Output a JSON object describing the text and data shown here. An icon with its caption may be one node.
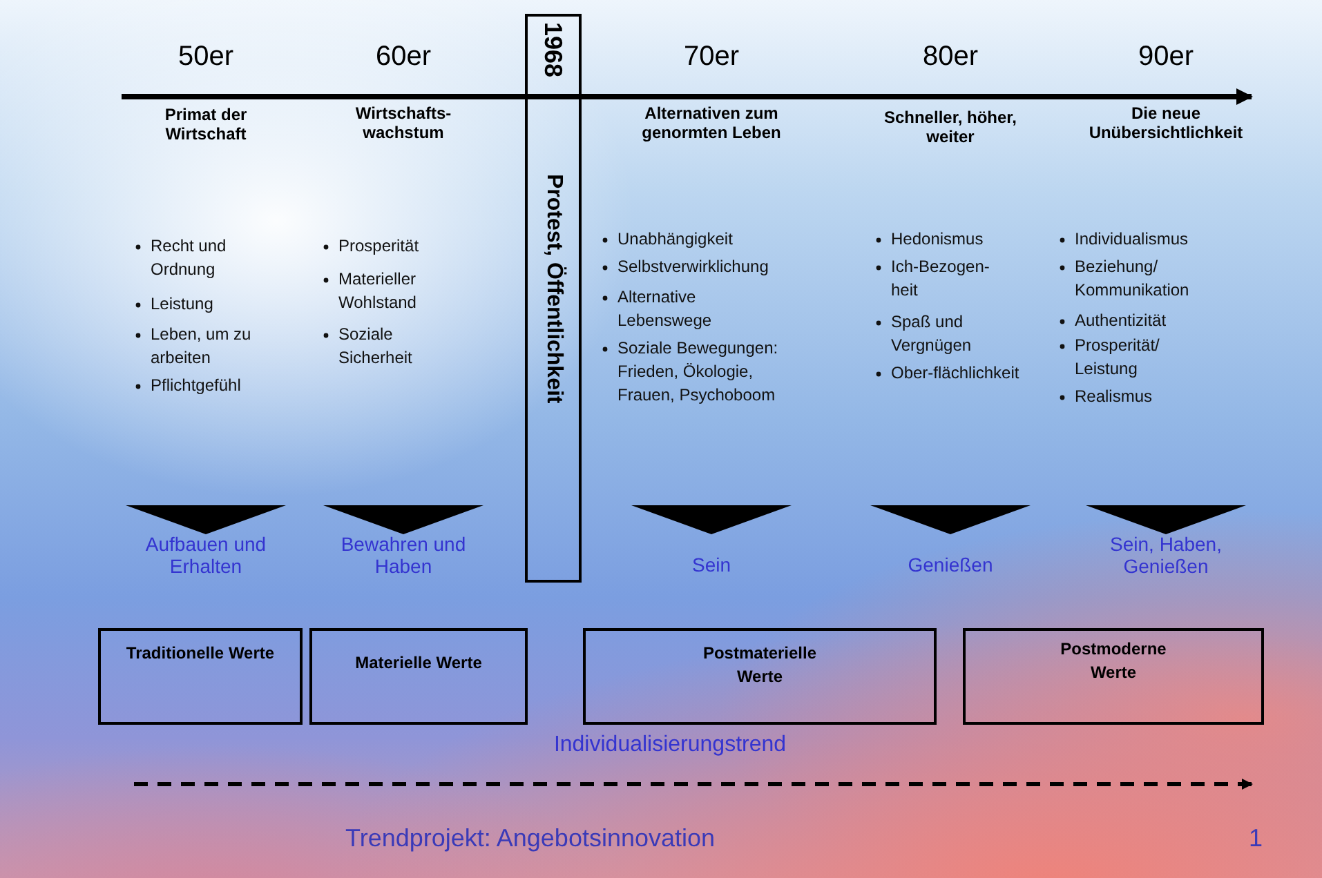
{
  "diagram": {
    "nodes": [
      {
        "text": [
          "1968",
          "Protest, Öffentlichkeit"
        ]
      },
      {
        "text": [
          "Traditionelle Werte"
        ]
      },
      {
        "text": [
          "Materielle Werte"
        ]
      },
      {
        "text": [
          "Postmaterielle Werte"
        ]
      },
      {
        "text": [
          "Postmoderne Werte"
        ]
      }
    ],
    "labels": [
      "50er",
      "60er",
      "70er",
      "80er",
      "90er",
      "Primat der Wirtschaft",
      "Wirtschafts- wachstum",
      "Alternativen zum genormten Leben",
      "Schneller, höher, weiter",
      "Die neue Unübersichtlichkeit",
      "Recht und Ordnung",
      "Leistung",
      "Leben, um zu arbeiten",
      "Pflichtgefühl",
      "Prosperität",
      "Materieller Wohlstand",
      "Soziale Sicherheit",
      "Unabhängigkeit",
      "Selbstverwirklichung",
      "Alternative Lebenswege",
      "Soziale Bewegungen: Frieden, Ökologie, Frauen, Psychoboom",
      "Hedonismus",
      "Ich-Bezogen- heit",
      "Spaß und Vergnügen",
      "Ober-flächlichkeit",
      "Individualismus",
      "Beziehung/ Kommunikation",
      "Authentizität",
      "Prosperität/ Leistung",
      "Realismus",
      "Aufbauen und Erhalten",
      "Bewahren und Haben",
      "Sein",
      "Genießen",
      "Sein, Haben, Genießen",
      "Individualisierungstrend",
      "Trendprojekt: Angebotsinnovation",
      "1"
    ]
  }
}
